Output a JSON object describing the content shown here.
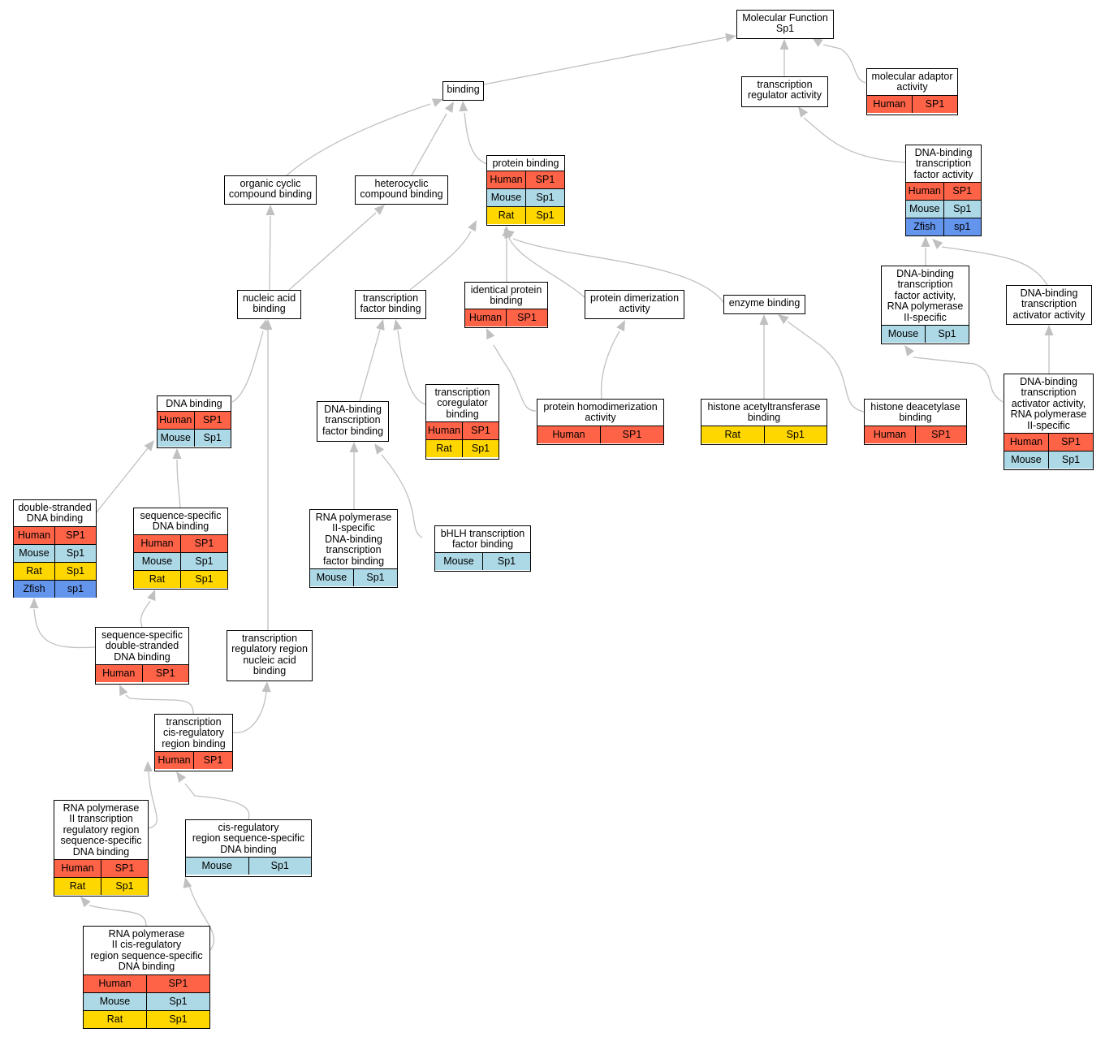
{
  "colors": {
    "Human": "#ff6347",
    "Mouse": "#add8e6",
    "Rat": "#ffd700",
    "Zfish": "#6495ed",
    "edge": "#c0c0c0"
  },
  "nodes": [
    {
      "id": "mf",
      "lines": [
        "Molecular Function",
        "Sp1"
      ],
      "rows": []
    },
    {
      "id": "binding",
      "lines": [
        "binding"
      ],
      "rows": []
    },
    {
      "id": "tra",
      "lines": [
        "transcription",
        "regulator activity"
      ],
      "rows": []
    },
    {
      "id": "maa",
      "lines": [
        "molecular adaptor",
        "activity"
      ],
      "rows": [
        [
          "Human",
          "SP1"
        ]
      ]
    },
    {
      "id": "ocb",
      "lines": [
        "organic cyclic",
        "compound binding"
      ],
      "rows": []
    },
    {
      "id": "hcb",
      "lines": [
        "heterocyclic",
        "compound binding"
      ],
      "rows": []
    },
    {
      "id": "pb",
      "lines": [
        "protein binding"
      ],
      "rows": [
        [
          "Human",
          "SP1"
        ],
        [
          "Mouse",
          "Sp1"
        ],
        [
          "Rat",
          "Sp1"
        ]
      ]
    },
    {
      "id": "dbtfa",
      "lines": [
        "DNA-binding",
        "transcription",
        "factor activity"
      ],
      "rows": [
        [
          "Human",
          "SP1"
        ],
        [
          "Mouse",
          "Sp1"
        ],
        [
          "Zfish",
          "sp1"
        ]
      ]
    },
    {
      "id": "nab",
      "lines": [
        "nucleic acid",
        "binding"
      ],
      "rows": []
    },
    {
      "id": "tfb",
      "lines": [
        "transcription",
        "factor binding"
      ],
      "rows": []
    },
    {
      "id": "ipb",
      "lines": [
        "identical protein",
        "binding"
      ],
      "rows": [
        [
          "Human",
          "SP1"
        ]
      ]
    },
    {
      "id": "pda",
      "lines": [
        "protein dimerization",
        "activity"
      ],
      "rows": []
    },
    {
      "id": "eb",
      "lines": [
        "enzyme binding"
      ],
      "rows": []
    },
    {
      "id": "dbtfapol",
      "lines": [
        "DNA-binding",
        "transcription",
        "factor activity,",
        "RNA polymerase",
        "II-specific"
      ],
      "rows": [
        [
          "Mouse",
          "Sp1"
        ]
      ]
    },
    {
      "id": "dbtaa",
      "lines": [
        "DNA-binding",
        "transcription",
        "activator activity"
      ],
      "rows": []
    },
    {
      "id": "dnab",
      "lines": [
        "DNA binding"
      ],
      "rows": [
        [
          "Human",
          "SP1"
        ],
        [
          "Mouse",
          "Sp1"
        ]
      ]
    },
    {
      "id": "dbtfb",
      "lines": [
        "DNA-binding",
        "transcription",
        "factor binding"
      ],
      "rows": []
    },
    {
      "id": "tcb",
      "lines": [
        "transcription",
        "coregulator",
        "binding"
      ],
      "rows": [
        [
          "Human",
          "SP1"
        ],
        [
          "Rat",
          "Sp1"
        ]
      ]
    },
    {
      "id": "phd",
      "lines": [
        "protein homodimerization",
        "activity"
      ],
      "rows": [
        [
          "Human",
          "SP1"
        ]
      ]
    },
    {
      "id": "hatb",
      "lines": [
        "histone acetyltransferase",
        "binding"
      ],
      "rows": [
        [
          "Rat",
          "Sp1"
        ]
      ]
    },
    {
      "id": "hdb",
      "lines": [
        "histone deacetylase",
        "binding"
      ],
      "rows": [
        [
          "Human",
          "SP1"
        ]
      ]
    },
    {
      "id": "dbtaapol",
      "lines": [
        "DNA-binding",
        "transcription",
        "activator activity,",
        "RNA polymerase",
        "II-specific"
      ],
      "rows": [
        [
          "Human",
          "SP1"
        ],
        [
          "Mouse",
          "Sp1"
        ]
      ]
    },
    {
      "id": "dsdb",
      "lines": [
        "double-stranded",
        "DNA binding"
      ],
      "rows": [
        [
          "Human",
          "SP1"
        ],
        [
          "Mouse",
          "Sp1"
        ],
        [
          "Rat",
          "Sp1"
        ],
        [
          "Zfish",
          "sp1"
        ]
      ]
    },
    {
      "id": "ssdb",
      "lines": [
        "sequence-specific",
        "DNA binding"
      ],
      "rows": [
        [
          "Human",
          "SP1"
        ],
        [
          "Mouse",
          "Sp1"
        ],
        [
          "Rat",
          "Sp1"
        ]
      ]
    },
    {
      "id": "rnapdbtfb",
      "lines": [
        "RNA polymerase",
        "II-specific",
        "DNA-binding",
        "transcription",
        "factor binding"
      ],
      "rows": [
        [
          "Mouse",
          "Sp1"
        ]
      ]
    },
    {
      "id": "bhlh",
      "lines": [
        "bHLH transcription",
        "factor binding"
      ],
      "rows": [
        [
          "Mouse",
          "Sp1"
        ]
      ]
    },
    {
      "id": "ssdsdb",
      "lines": [
        "sequence-specific",
        "double-stranded",
        "DNA binding"
      ],
      "rows": [
        [
          "Human",
          "SP1"
        ]
      ]
    },
    {
      "id": "trrnab",
      "lines": [
        "transcription",
        "regulatory region",
        "nucleic acid",
        "binding"
      ],
      "rows": []
    },
    {
      "id": "tcrrb",
      "lines": [
        "transcription",
        "cis-regulatory",
        "region binding"
      ],
      "rows": [
        [
          "Human",
          "SP1"
        ]
      ]
    },
    {
      "id": "rnaptrr",
      "lines": [
        "RNA polymerase",
        "II transcription",
        "regulatory region",
        "sequence-specific",
        "DNA binding"
      ],
      "rows": [
        [
          "Human",
          "SP1"
        ],
        [
          "Rat",
          "Sp1"
        ]
      ]
    },
    {
      "id": "crss",
      "lines": [
        "cis-regulatory",
        "region sequence-specific",
        "DNA binding"
      ],
      "rows": [
        [
          "Mouse",
          "Sp1"
        ]
      ]
    },
    {
      "id": "rnapcrr",
      "lines": [
        "RNA polymerase",
        "II cis-regulatory",
        "region sequence-specific",
        "DNA binding"
      ],
      "rows": [
        [
          "Human",
          "SP1"
        ],
        [
          "Mouse",
          "Sp1"
        ],
        [
          "Rat",
          "Sp1"
        ]
      ]
    }
  ]
}
